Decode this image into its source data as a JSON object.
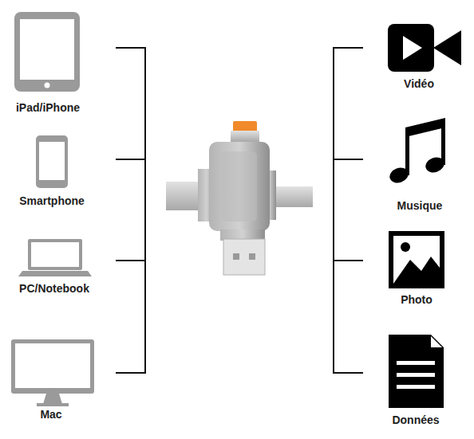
{
  "diagram": {
    "labels": [
      "iPad/iPhone",
      "Smartphone",
      "PC/Notebook",
      "Mac",
      "Vidéo",
      "Musique",
      "Photo",
      "Données"
    ]
  }
}
